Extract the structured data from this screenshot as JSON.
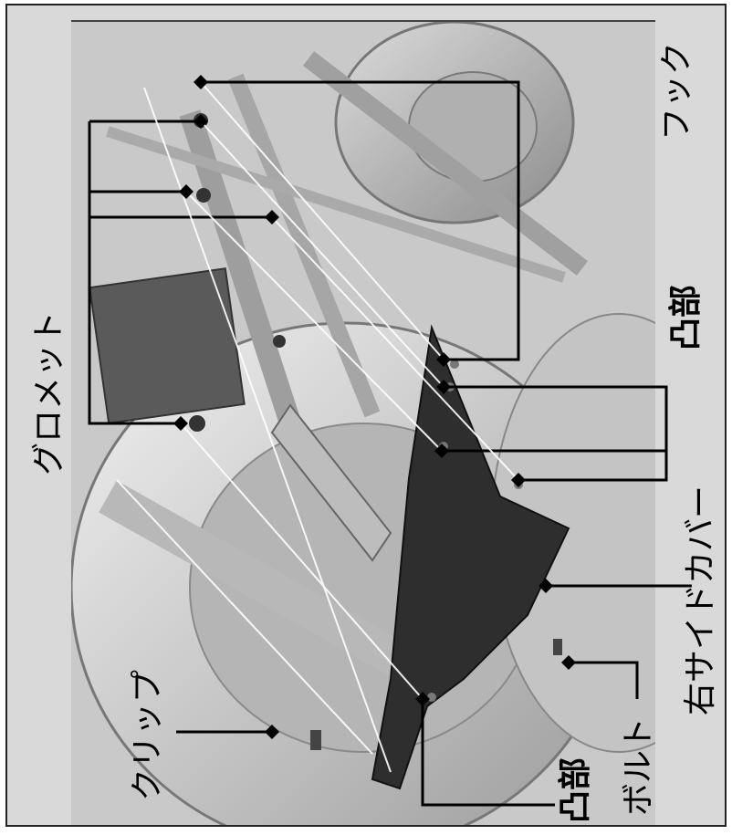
{
  "labels": {
    "hook": "フック",
    "grommet": "グロメット",
    "boss_top": "凸部",
    "right_side_cover": "右サイドカバー",
    "bolt": "ボルト",
    "boss_bottom": "凸部",
    "clip": "クリップ"
  },
  "colors": {
    "frame_bg": "#d9d9d9",
    "cover": "#2e2e2e",
    "leader": "#000000"
  }
}
